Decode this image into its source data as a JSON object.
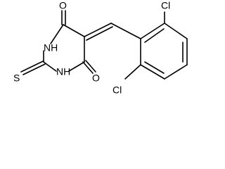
{
  "molecule": {
    "atoms": {
      "o_top": "O",
      "o_bottom": "O",
      "s": "S",
      "n_upper": "NH",
      "n_lower": "NH",
      "cl_top": "Cl",
      "cl_bottom": "Cl"
    }
  }
}
